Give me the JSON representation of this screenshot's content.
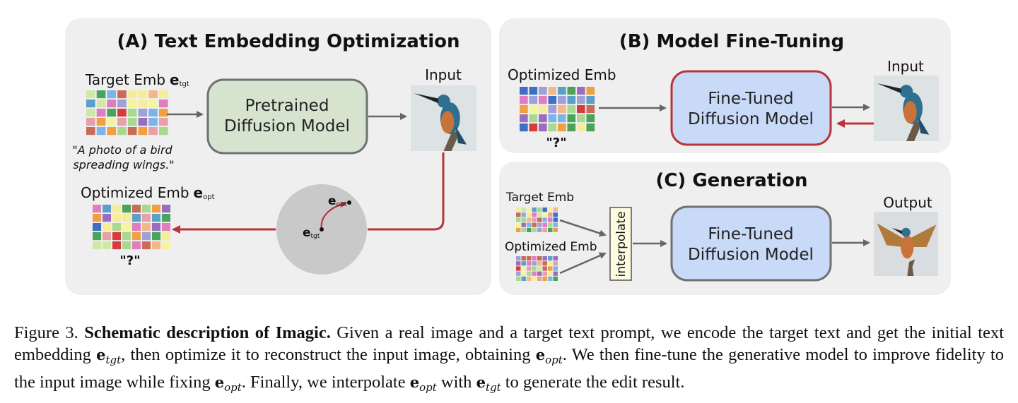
{
  "panel_a": {
    "title": "(A) Text Embedding Optimization",
    "target_emb_label": "Target Emb",
    "e_symbol": "e",
    "tgt_sub": "tgt",
    "opt_sub": "opt",
    "prompt_line1": "\"A photo of a bird",
    "prompt_line2": "spreading wings.\"",
    "box_line1": "Pretrained",
    "box_line2": "Diffusion Model",
    "input_label": "Input",
    "optimized_emb_label": "Optimized Emb",
    "qmark": "\"?\""
  },
  "panel_b": {
    "title": "(B) Model Fine-Tuning",
    "optimized_emb_label": "Optimized Emb",
    "qmark": "\"?\"",
    "box_line1": "Fine-Tuned",
    "box_line2": "Diffusion Model",
    "input_label": "Input"
  },
  "panel_c": {
    "title": "(C) Generation",
    "target_emb_label": "Target Emb",
    "optimized_emb_label": "Optimized Emb",
    "interpolate_label": "interpolate",
    "box_line1": "Fine-Tuned",
    "box_line2": "Diffusion Model",
    "output_label": "Output"
  },
  "caption": {
    "fig_label": "Figure 3.",
    "bold_title": "Schematic description of Imagic.",
    "t1": " Given a real image and a target text prompt, we encode the target text and get the initial text embedding ",
    "t2": ", then optimize it to reconstruct the input image, obtaining ",
    "t3": ". We then fine-tune the generative model to improve fidelity to the input image while fixing ",
    "t4": ". Finally, we interpolate ",
    "t5": " with ",
    "t6": " to generate the edit result.",
    "e": "e",
    "tgt": "tgt",
    "opt": "opt"
  },
  "colors": {
    "panel_bg": "#efefef",
    "pretrained_box": "#d6e3cf",
    "finetuned_box": "#c8daf7",
    "red_arrow": "#b8343a",
    "gray_arrow": "#666666",
    "circle": "#c9c9c9",
    "interpolate_box": "#fdfbe0"
  },
  "icons": [
    "embedding-grid-icon",
    "bird-photo-icon",
    "bird-spreading-wings-icon",
    "arrow-icon"
  ]
}
